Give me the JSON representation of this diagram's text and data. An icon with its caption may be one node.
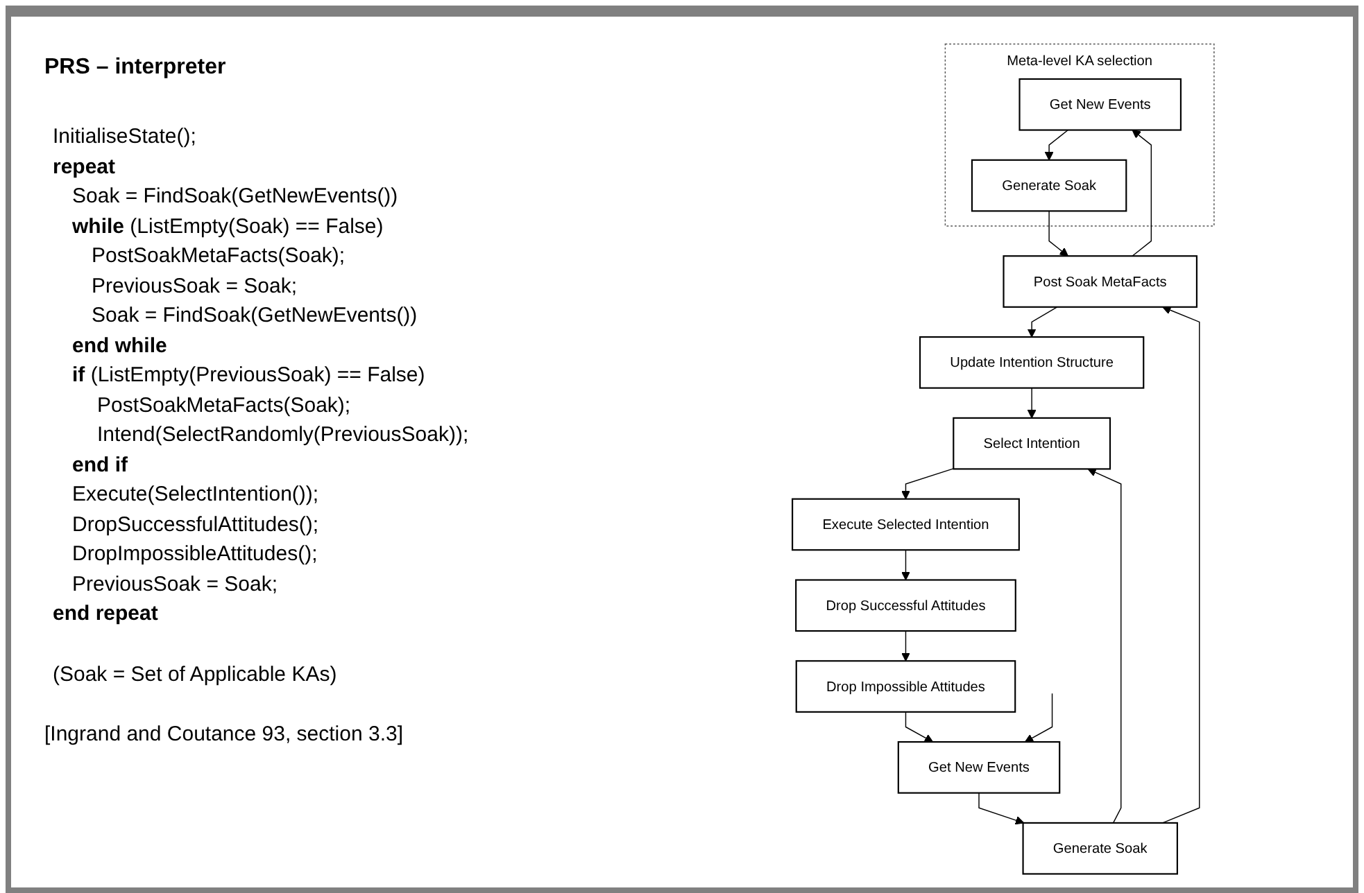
{
  "diagram": {
    "title": "PRS – interpreter",
    "nodes": [
      {
        "text": [
          "Meta-level KA selection"
        ]
      },
      {
        "text": [
          "Get New Events"
        ],
        "in": 0
      },
      {
        "text": [
          "Generate Soak"
        ],
        "in": 0
      },
      {
        "text": [
          "Post Soak MetaFacts"
        ]
      },
      {
        "text": [
          "Generate Soak"
        ]
      },
      {
        "text": [
          "Update Intention Structure"
        ]
      },
      {
        "text": [
          "Get New Events"
        ]
      },
      {
        "text": [
          "Select Intention"
        ]
      },
      {
        "text": [
          "Drop Impossible Attitudes"
        ]
      },
      {
        "text": [
          "Execute Selected Intention"
        ]
      },
      {
        "text": [
          "Drop Successful Attitudes"
        ]
      }
    ],
    "edges": [
      {
        "from": 1,
        "to": 2,
        "arrow": "to"
      },
      {
        "from": 2,
        "to": 3,
        "arrow": "to"
      },
      {
        "from": 3,
        "to": 1,
        "arrow": "to"
      },
      {
        "from": 4,
        "to": 3,
        "arrow": "to"
      },
      {
        "from": 3,
        "to": 5,
        "arrow": "to"
      },
      {
        "from": 4,
        "to": 7,
        "arrow": "to"
      },
      {
        "from": 5,
        "to": 7,
        "arrow": "to"
      },
      {
        "from": 6,
        "to": 4,
        "arrow": "to"
      },
      {
        "from": null,
        "to": 6,
        "arrow": "to"
      },
      {
        "from": 7,
        "to": 9,
        "arrow": "to"
      },
      {
        "from": 9,
        "to": 10,
        "arrow": "to"
      },
      {
        "from": 10,
        "to": 8,
        "arrow": "to"
      },
      {
        "from": 8,
        "to": 6,
        "arrow": "to"
      }
    ],
    "labels": [
      "InitialiseState();",
      "repeat",
      "Soak = FindSoak(GetNewEvents())",
      "**while** (ListEmpty(Soak) == False)",
      "PostSoakMetaFacts(Soak);",
      "PreviousSoak = Soak;",
      "Soak = FindSoak(GetNewEvents())",
      "end while",
      "**if** (ListEmpty(PreviousSoak) == False)",
      "PostSoakMetaFacts(Soak);",
      "Intend(SelectRandomly(PreviousSoak));",
      "end if",
      "Execute(SelectIntention());",
      "DropSuccessfulAttitudes();",
      "DropImpossibleAttitudes();",
      "PreviousSoak = Soak;",
      "end repeat",
      "(Soak = Set of Applicable KAs)",
      "[Ingrand and Coutance 93, section 3.3]"
    ]
  }
}
